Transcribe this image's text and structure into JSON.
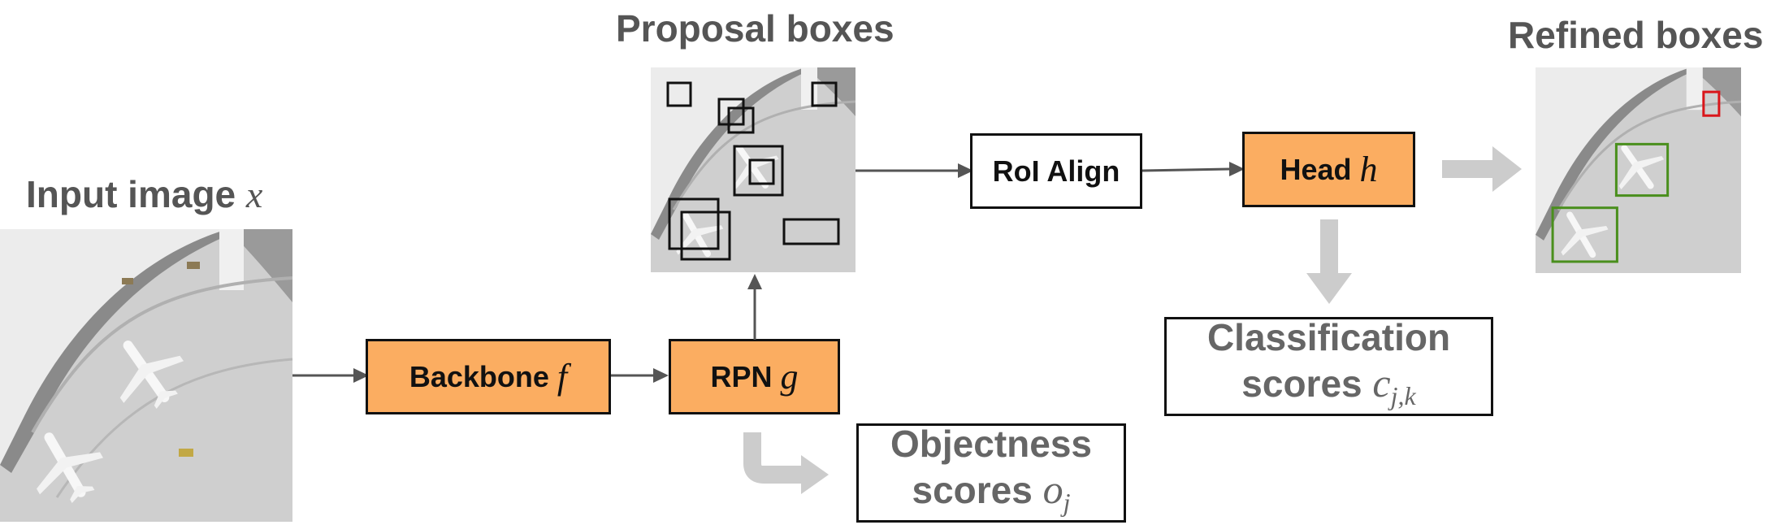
{
  "colors": {
    "accent_box": "#fbad61",
    "arrow_dark": "#555555",
    "arrow_light": "#cccccc",
    "text_gray": "#555555",
    "box_green": "#4a8f1d",
    "box_red": "#d9161b"
  },
  "input": {
    "title": "Input image",
    "var": "x"
  },
  "backbone": {
    "label": "Backbone",
    "var": "f"
  },
  "rpn": {
    "label": "RPN",
    "var": "g"
  },
  "proposals": {
    "title": "Proposal boxes"
  },
  "roi": {
    "label": "RoI Align"
  },
  "head": {
    "label": "Head",
    "var": "h"
  },
  "refined": {
    "title": "Refined boxes"
  },
  "objectness": {
    "line1": "Objectness",
    "line2": "scores",
    "var": "o",
    "sub": "j"
  },
  "classification": {
    "line1": "Classification",
    "line2": "scores",
    "var": "c",
    "sub": "j,k"
  }
}
